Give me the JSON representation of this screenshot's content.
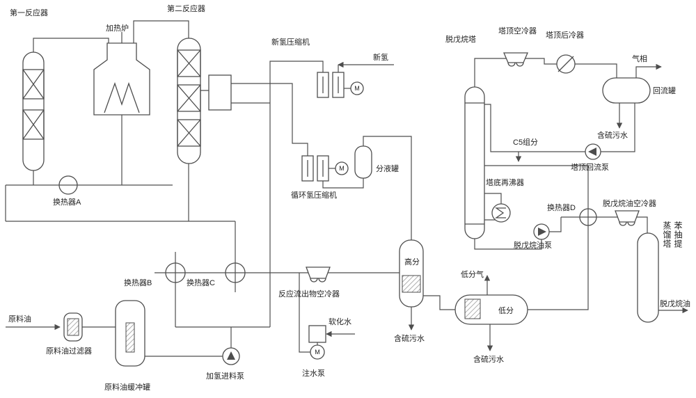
{
  "diagram": {
    "colors": {
      "line": "#4d4d4d",
      "text": "#1f1f1f",
      "background": "#ffffff"
    },
    "labels": {
      "reactor1": "第一反应器",
      "furnace": "加热炉",
      "reactor2": "第二反应器",
      "fresh_h2_compressor": "新氢压缩机",
      "fresh_h2": "新氢",
      "depentanizer": "脱戊烷塔",
      "overhead_air_cooler": "塔顶空冷器",
      "overhead_after_cooler": "塔顶后冷器",
      "gas_phase": "气相",
      "reflux_drum": "回流罐",
      "sour_water_reflux": "含硫污水",
      "reflux_pump": "塔顶回流泵",
      "c5_cut": "C5组分",
      "exchanger_a": "换热器A",
      "recycle_h2_compressor": "循环氢压缩机",
      "knockout_drum": "分液罐",
      "reboiler": "塔底再沸器",
      "exchanger_d": "换热器D",
      "depentanized_oil_cooler": "脱戊烷油空冷器",
      "benzene_tower": "苯抽提蒸馏塔",
      "depentanized_oil_pump": "脱戊烷油泵",
      "high_separator": "高分",
      "low_separator_gas": "低分气",
      "low_separator": "低分",
      "exchanger_b": "换热器B",
      "exchanger_c": "换热器C",
      "effluent_air_cooler": "反应流出物空冷器",
      "feed_oil": "原料油",
      "feed_filter": "原料油过滤器",
      "feed_buffer_tank": "原料油缓冲罐",
      "feed_pump": "加氢进料泵",
      "softened_water": "软化水",
      "water_injection_pump": "注水泵",
      "sour_water_high_sep": "含硫污水",
      "sour_water_low_sep": "含硫污水",
      "depentanized_oil": "脱戊烷油",
      "motor": "M"
    }
  }
}
